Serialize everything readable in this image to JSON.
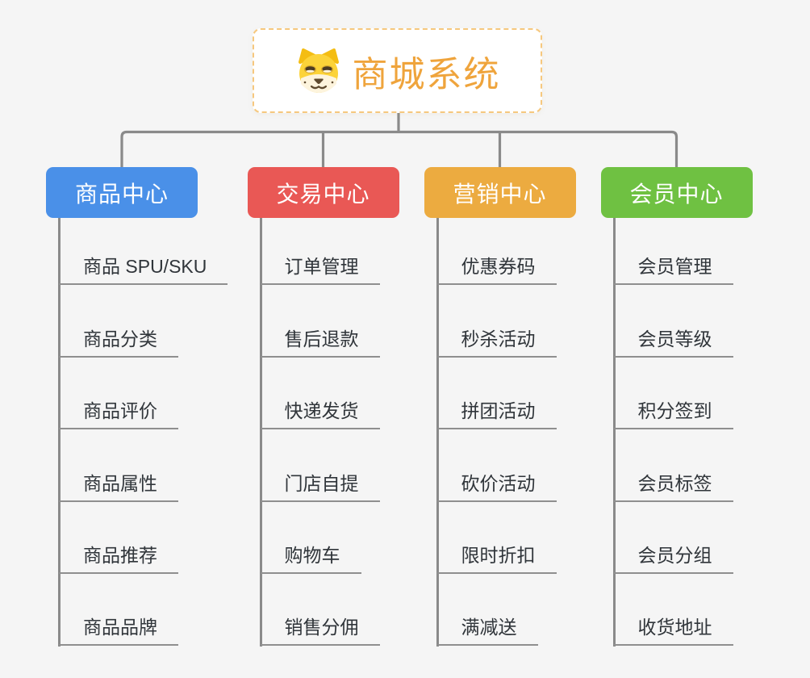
{
  "canvas": {
    "background": "#f5f5f5"
  },
  "root": {
    "title": "商城系统",
    "icon": "shiba-dog-icon",
    "title_color": "#efa43c",
    "border_color": "#f6c87e",
    "background": "#ffffff"
  },
  "connectors": {
    "color": "#8a8a8a",
    "underline_color": "#8f8f8f"
  },
  "child_text_color": "#30353a",
  "branches": [
    {
      "key": "product-center",
      "label": "商品中心",
      "color": "#4a90e8",
      "children": [
        "商品 SPU/SKU",
        "商品分类",
        "商品评价",
        "商品属性",
        "商品推荐",
        "商品品牌"
      ]
    },
    {
      "key": "trade-center",
      "label": "交易中心",
      "color": "#e95855",
      "children": [
        "订单管理",
        "售后退款",
        "快递发货",
        "门店自提",
        "购物车",
        "销售分佣"
      ]
    },
    {
      "key": "marketing-center",
      "label": "营销中心",
      "color": "#ecab40",
      "children": [
        "优惠券码",
        "秒杀活动",
        "拼团活动",
        "砍价活动",
        "限时折扣",
        "满减送"
      ]
    },
    {
      "key": "member-center",
      "label": "会员中心",
      "color": "#6fc142",
      "children": [
        "会员管理",
        "会员等级",
        "积分签到",
        "会员标签",
        "会员分组",
        "收货地址"
      ]
    }
  ]
}
